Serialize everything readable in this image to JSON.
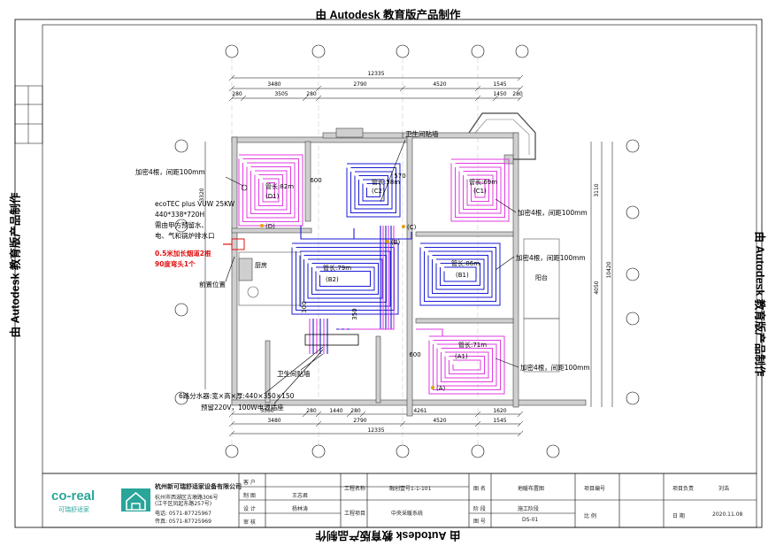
{
  "watermark": "由 Autodesk 教育版产品制作",
  "dimensions": {
    "top_total": "12335",
    "top_row1": [
      "3480",
      "2790",
      "4520",
      "1545"
    ],
    "top_row2": [
      "280",
      "3505",
      "280",
      "1450",
      "280"
    ],
    "bottom_total": "12335",
    "bottom_row1": [
      "3480",
      "2790",
      "4520",
      "1545"
    ],
    "bottom_row2": [
      "3360",
      "280",
      "1440",
      "280",
      "4261",
      "1620"
    ],
    "right": [
      "3110",
      "4050",
      "10420"
    ],
    "left": [
      "3320"
    ],
    "inner": [
      "600",
      "570",
      "300",
      "350",
      "600"
    ]
  },
  "loops": [
    {
      "label": "管长:82m",
      "code": "(D1)"
    },
    {
      "label": "管长:58m",
      "code": "(C2)"
    },
    {
      "label": "管长:69m",
      "code": "(C1)"
    },
    {
      "label": "管长:79m",
      "code": "(B2)"
    },
    {
      "label": "管长:86m",
      "code": "(B1)"
    },
    {
      "label": "管长:71m",
      "code": "(A1)"
    }
  ],
  "markers": [
    "(D)",
    "(C)",
    "(B)",
    "(A)"
  ],
  "rooms": [
    "厨房",
    "阳台"
  ],
  "callouts": {
    "wall_top": "卫生间贴墙",
    "wall_bottom": "卫生间贴墙",
    "dense_d1": "加密4根，间距100mm",
    "dense_c1": "加密4根，间距100mm",
    "dense_b1": "加密4根，间距100mm",
    "dense_a1": "加密4根，间距100mm",
    "boiler_lines": [
      "ecoTEC plus VUW 25KW",
      "440*338*720H",
      "需由甲方预留水、",
      "电、气和锅炉排水口"
    ],
    "boiler_red": [
      "0.5米加长烟道2根",
      "90度弯头1个"
    ],
    "front_position": "前置位置",
    "manifold_lines": [
      "6路分水器:宽×高×厚:440×350×150",
      "预留220V，100W电源插座"
    ]
  },
  "title_block": {
    "company": "杭州新可瑞舒适家设备有限公司",
    "address_lines": [
      "杭州市西湖区古墩路306号",
      "(江干区凤起东路257号)"
    ],
    "phone_lines": [
      "电话: 0571-87725967",
      "传真: 0571-87725969"
    ],
    "logo_text": "co-real",
    "logo_sub": "可瑞舒适家",
    "labels": [
      "客  户",
      "制  图",
      "设  计",
      "审  核"
    ],
    "values": [
      "",
      "王志君",
      "杨林涛",
      ""
    ],
    "project_name_label": "工程名称",
    "project_name": "融创壹号1-1-101",
    "project_item_label": "工程项目",
    "project_item": "中央采暖系统",
    "drawing_name_label": "图  名",
    "drawing_name": "地暖布置图",
    "stage_label": "阶  段",
    "stage": "施工阶段",
    "drawing_no_label": "图  号",
    "drawing_no": "DS-01",
    "project_no_label": "项目编号",
    "scale_label": "比  例",
    "manager_label": "项目负责",
    "manager": "刘浩",
    "date_label": "日  期",
    "date": "2020.11.08"
  },
  "colors": {
    "blue": "#1a1ad6",
    "magenta": "#e23be2",
    "red": "#e01010",
    "logo": "#2aa59a"
  }
}
